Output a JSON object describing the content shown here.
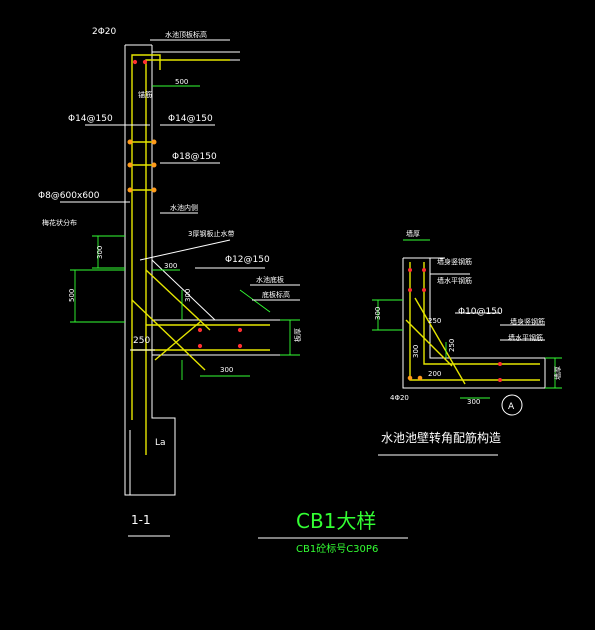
{
  "section_1_1": {
    "labels": {
      "top_bars": "2Φ20",
      "pool_top_elev": "水池顶板标高",
      "dim_500_top": "500",
      "small_tag": "锚筋",
      "bar_14_left": "Φ14@150",
      "bar_14_right": "Φ14@150",
      "bar_18": "Φ18@150",
      "tie_bar": "Φ8@600x600",
      "tie_note": "梅花状分布",
      "pool_inner_side": "水池内侧",
      "waterstop": "3厚钢板止水带",
      "dim_300_a": "300",
      "bar_12": "Φ12@150",
      "pool_bottom_slab": "水池底板",
      "slab_bottom_elev": "底板标高",
      "dim_300_b": "300",
      "dim_500_left": "500",
      "dim_250": "250",
      "slab_thick": "板厚",
      "dim_300_c": "300",
      "la": "La",
      "section_mark": "1-1"
    }
  },
  "corner_detail": {
    "labels": {
      "wall_thick": "墙厚",
      "wall_vertical_bar": "墙身竖钢筋",
      "wall_horizontal_bar": "墙水平钢筋",
      "dim_300": "300",
      "dim_250": "250",
      "bar_10": "Φ10@150",
      "dim_250_b": "250",
      "dim_300_b": "300",
      "dim_200": "200",
      "slab_vertical_bar": "墙身竖钢筋",
      "slab_horizontal_bar": "墙水平钢筋",
      "slab_thick": "墙厚",
      "bottom_bars": "4Φ20",
      "dim_300_c": "300",
      "circle_mark": "A",
      "title": "水池池壁转角配筋构造"
    }
  },
  "drawing_title": {
    "main": "CB1大样",
    "sub": "CB1砼标号C30P6"
  }
}
